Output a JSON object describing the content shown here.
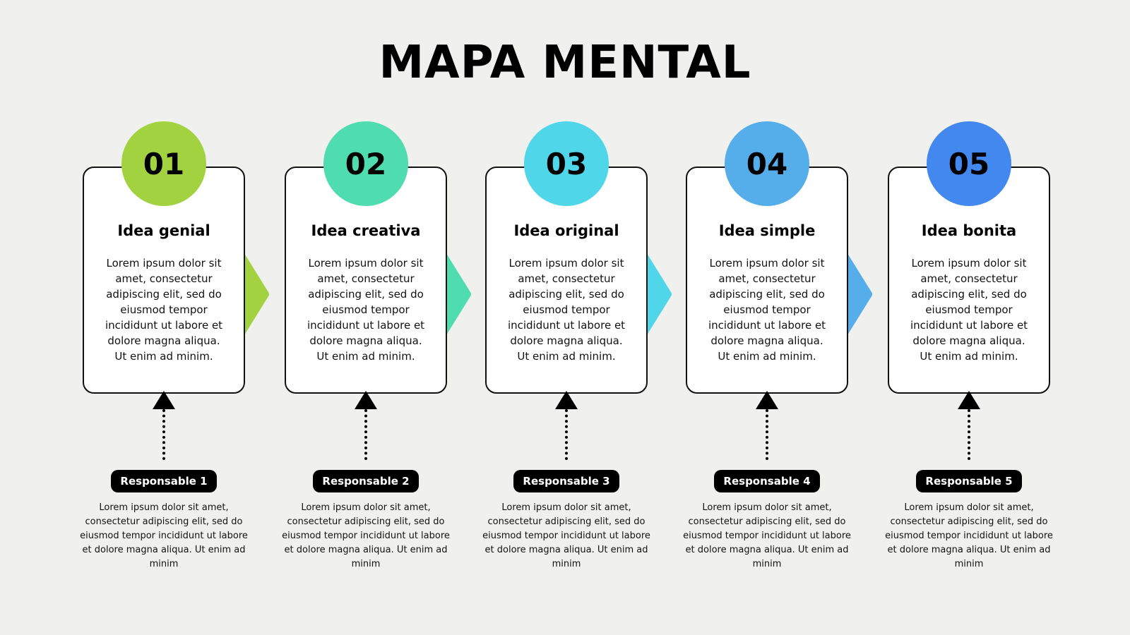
{
  "title": "MAPA MENTAL",
  "steps": [
    {
      "number": "01",
      "color": "#a3d240",
      "title": "Idea genial",
      "body": "Lorem ipsum dolor sit amet, consectetur adipiscing elit, sed do eiusmod tempor incididunt ut labore et dolore magna aliqua. Ut enim ad minim.",
      "responsible": "Responsable 1",
      "responsible_text": "Lorem ipsum dolor sit amet, consectetur adipiscing elit, sed do eiusmod tempor incididunt ut labore et dolore magna aliqua. Ut enim ad minim"
    },
    {
      "number": "02",
      "color": "#4fdcae",
      "title": "Idea creativa",
      "body": "Lorem ipsum dolor sit amet, consectetur adipiscing elit, sed do eiusmod tempor incididunt ut labore et dolore magna aliqua. Ut enim ad minim.",
      "responsible": "Responsable 2",
      "responsible_text": "Lorem ipsum dolor sit amet, consectetur adipiscing elit, sed do eiusmod tempor incididunt ut labore et dolore magna aliqua. Ut enim ad minim"
    },
    {
      "number": "03",
      "color": "#4fd6e8",
      "title": "Idea original",
      "body": "Lorem ipsum dolor sit amet, consectetur adipiscing elit, sed do eiusmod tempor incididunt ut labore et dolore magna aliqua. Ut enim ad minim.",
      "responsible": "Responsable 3",
      "responsible_text": "Lorem ipsum dolor sit amet, consectetur adipiscing elit, sed do eiusmod tempor incididunt ut labore et dolore magna aliqua. Ut enim ad minim"
    },
    {
      "number": "04",
      "color": "#55aeea",
      "title": "Idea simple",
      "body": "Lorem ipsum dolor sit amet, consectetur adipiscing elit, sed do eiusmod tempor incididunt ut labore et dolore magna aliqua. Ut enim ad minim.",
      "responsible": "Responsable 4",
      "responsible_text": "Lorem ipsum dolor sit amet, consectetur adipiscing elit, sed do eiusmod tempor incididunt ut labore et dolore magna aliqua. Ut enim ad minim"
    },
    {
      "number": "05",
      "color": "#4288ee",
      "title": "Idea bonita",
      "body": "Lorem ipsum dolor sit amet, consectetur adipiscing elit, sed do eiusmod tempor incididunt ut labore et dolore magna aliqua. Ut enim ad minim.",
      "responsible": "Responsable 5",
      "responsible_text": "Lorem ipsum dolor sit amet, consectetur adipiscing elit, sed do eiusmod tempor incididunt ut labore et dolore magna aliqua. Ut enim ad minim"
    }
  ]
}
